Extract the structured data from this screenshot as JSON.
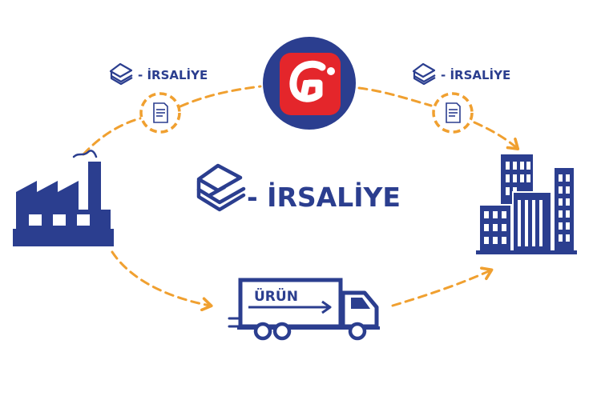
{
  "brand": {
    "name": "- İRSALİYE",
    "small_label_left": "- İRSALİYE",
    "small_label_right": "- İRSALİYE"
  },
  "truck": {
    "cargo_label": "ÜRÜN"
  },
  "logo": {
    "glyph": "Gi"
  },
  "colors": {
    "primary": "#2b3e8f",
    "accent": "#f0a030",
    "logo_red": "#e4262b"
  }
}
